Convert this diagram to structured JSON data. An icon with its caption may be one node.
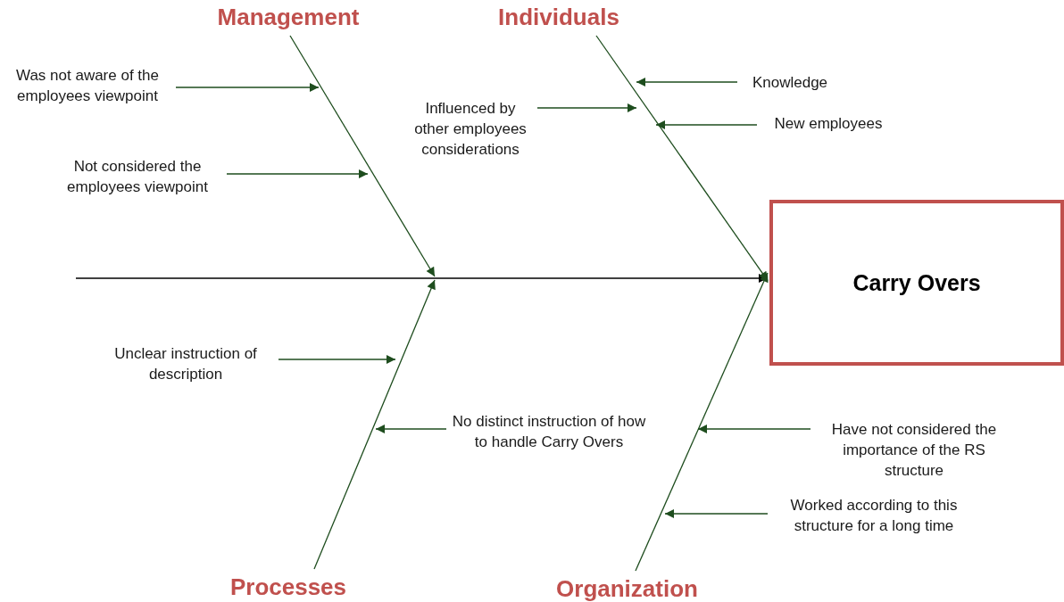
{
  "diagram": {
    "nodes": [
      {
        "text": [
          "Management"
        ]
      },
      {
        "text": [
          "Individuals"
        ]
      },
      {
        "text": [
          "Processes"
        ]
      },
      {
        "text": [
          "Organization"
        ]
      },
      {
        "text": [
          "Carry Overs"
        ]
      },
      {
        "text": [
          "Was not aware of the employees viewpoint"
        ]
      },
      {
        "text": [
          "Not considered the employees viewpoint"
        ]
      },
      {
        "text": [
          "Influenced by other employees considerations"
        ]
      },
      {
        "text": [
          "Knowledge"
        ]
      },
      {
        "text": [
          "New employees"
        ]
      },
      {
        "text": [
          "Unclear instruction of description"
        ]
      },
      {
        "text": [
          "No distinct instruction of how to handle Carry Overs"
        ]
      },
      {
        "text": [
          "Have not considered the importance of the RS structure"
        ]
      },
      {
        "text": [
          "Worked according to this structure for a long time"
        ]
      }
    ],
    "edges": [
      {
        "from": null,
        "to": 4,
        "arrow": "to",
        "color": "#000000"
      },
      {
        "from": 0,
        "to": null,
        "arrow": "to"
      },
      {
        "from": 1,
        "to": 4,
        "arrow": "to"
      },
      {
        "from": 2,
        "to": null,
        "arrow": "to"
      },
      {
        "from": 3,
        "to": 4,
        "arrow": "to"
      },
      {
        "from": 5,
        "to": null,
        "arrow": "to"
      },
      {
        "from": 6,
        "to": null,
        "arrow": "to"
      },
      {
        "from": 7,
        "to": null,
        "arrow": "to"
      },
      {
        "from": 8,
        "to": null,
        "arrow": "to"
      },
      {
        "from": 9,
        "to": null,
        "arrow": "to"
      },
      {
        "from": 10,
        "to": null,
        "arrow": "to"
      },
      {
        "from": 11,
        "to": null,
        "arrow": "to"
      },
      {
        "from": 12,
        "to": null,
        "arrow": "to"
      },
      {
        "from": 13,
        "to": null,
        "arrow": "to"
      }
    ]
  }
}
